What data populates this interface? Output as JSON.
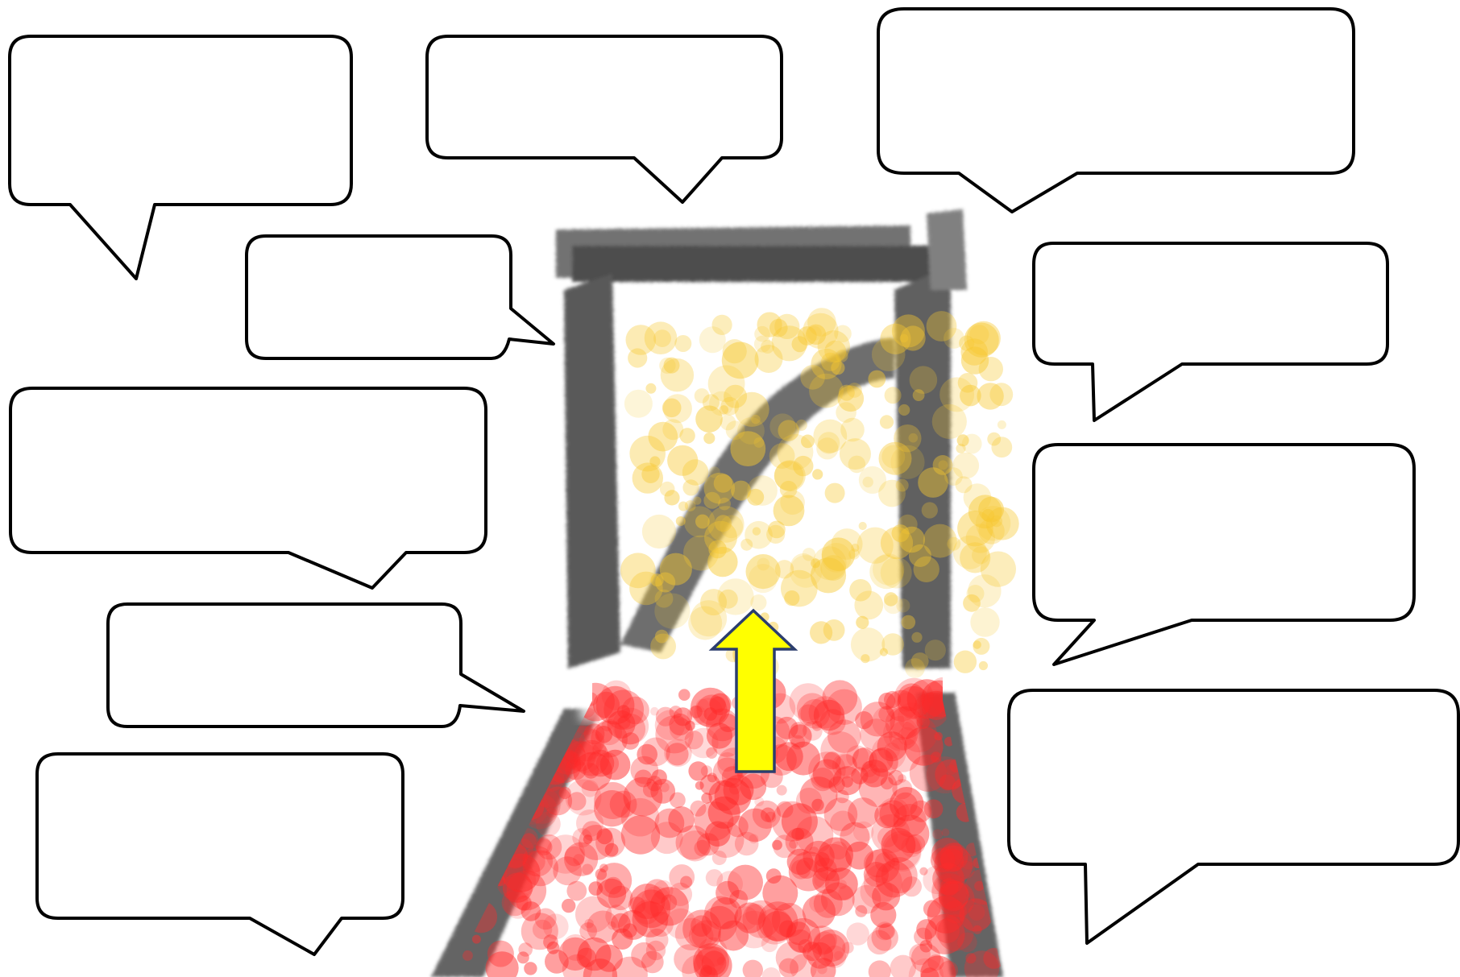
{
  "diagram": {
    "style": {
      "background": "#ffffff",
      "bubble_fill": "#ffffff",
      "bubble_stroke": "#000000",
      "frame_color": "#3a3a3a",
      "heat_colors": {
        "cool": "#ff2a2a",
        "warm": "#f7c830"
      },
      "arrow_fill": "#ffff00",
      "arrow_stroke": "#2b3d6e"
    },
    "callouts": [
      {
        "id": "left-1",
        "text": ""
      },
      {
        "id": "left-2",
        "text": ""
      },
      {
        "id": "left-3",
        "text": ""
      },
      {
        "id": "left-4",
        "text": ""
      },
      {
        "id": "left-5",
        "text": ""
      },
      {
        "id": "top-center",
        "text": ""
      },
      {
        "id": "top-right",
        "text": ""
      },
      {
        "id": "right-1",
        "text": ""
      },
      {
        "id": "right-2",
        "text": ""
      },
      {
        "id": "right-3",
        "text": ""
      }
    ],
    "icons": {
      "arrow": "arrow-up-icon"
    }
  }
}
